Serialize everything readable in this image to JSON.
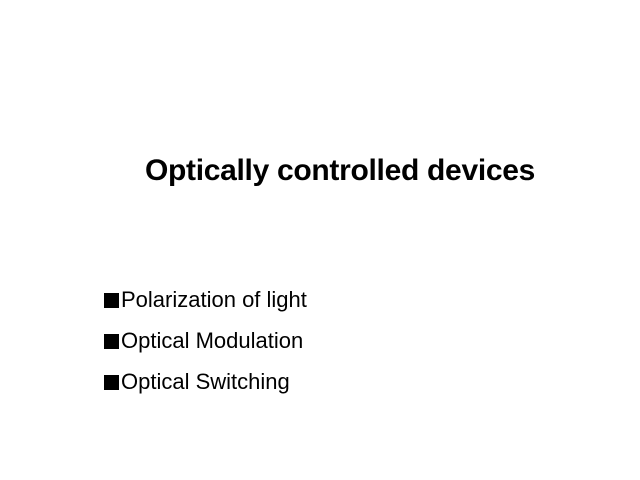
{
  "slide": {
    "title": "Optically controlled devices",
    "bullets": [
      {
        "label": "Polarization of light",
        "icon": "square-bullet-icon"
      },
      {
        "label": "Optical Modulation",
        "icon": "square-bullet-icon"
      },
      {
        "label": "Optical Switching",
        "icon": "square-bullet-icon"
      }
    ]
  },
  "colors": {
    "background": "#ffffff",
    "text": "#000000"
  }
}
